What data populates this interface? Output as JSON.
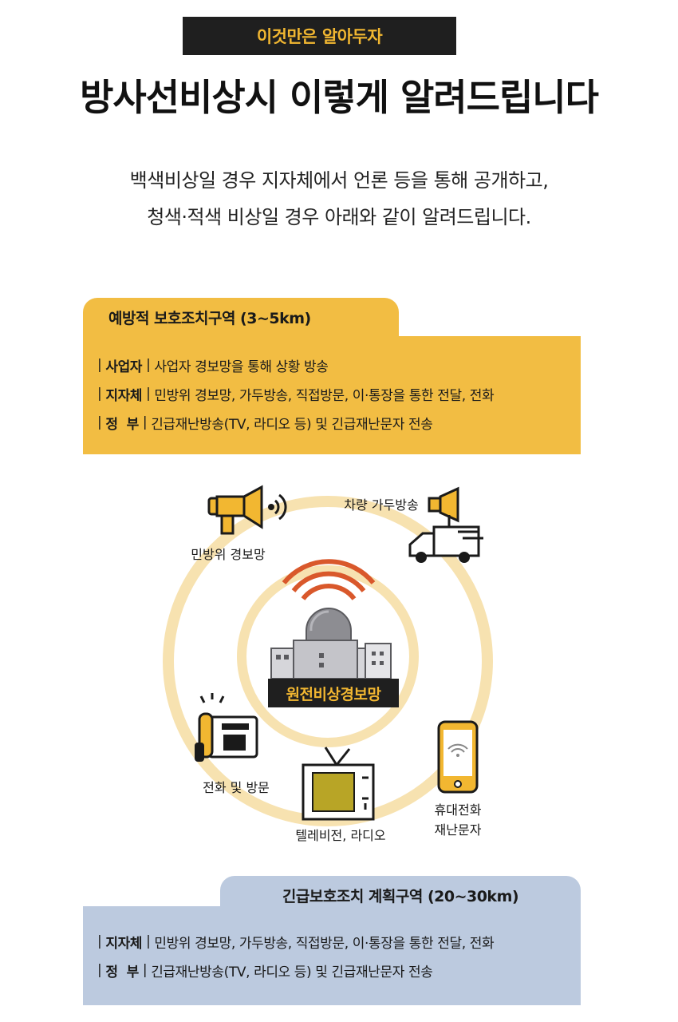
{
  "header": {
    "badge": "이것만은 알아두자",
    "title": "방사선비상시 이렇게 알려드립니다",
    "intro_line1": "백색비상일 경우 지자체에서 언론 등을 통해 공개하고,",
    "intro_line2": "청색·적색 비상일 경우 아래와 같이 알려드립니다."
  },
  "zone1": {
    "title": "예방적 보호조치구역 (3~5km)",
    "color": "#f2bd43",
    "rows": [
      {
        "who": "사업자",
        "desc": "사업자 경보망을 통해 상황 방송"
      },
      {
        "who": "지자체",
        "desc": "민방위 경보망, 가두방송, 직접방문, 이·통장을 통한 전달, 전화"
      },
      {
        "who": "정  부",
        "desc": "긴급재난방송(TV, 라디오 등) 및 긴급재난문자 전송"
      }
    ]
  },
  "diagram": {
    "center_label": "원전비상경보망",
    "items": {
      "civil_defense": "민방위 경보망",
      "vehicle": "차량 가두방송",
      "phone_visit": "전화 및 방문",
      "tv_radio": "텔레비전, 라디오",
      "mobile_line1": "휴대전화",
      "mobile_line2": "재난문자"
    },
    "icons": [
      "megaphone-icon",
      "truck-icon",
      "nuclear-plant-icon",
      "telephone-icon",
      "television-icon",
      "smartphone-icon"
    ],
    "accent": "#f2b731",
    "ring_color": "#f7e2b0"
  },
  "zone2": {
    "title": "긴급보호조치 계획구역 (20~30km)",
    "color": "#bccadf",
    "rows": [
      {
        "who": "지자체",
        "desc": "민방위 경보망, 가두방송, 직접방문, 이·통장을 통한 전달, 전화"
      },
      {
        "who": "정  부",
        "desc": "긴급재난방송(TV, 라디오 등) 및 긴급재난문자 전송"
      }
    ]
  }
}
